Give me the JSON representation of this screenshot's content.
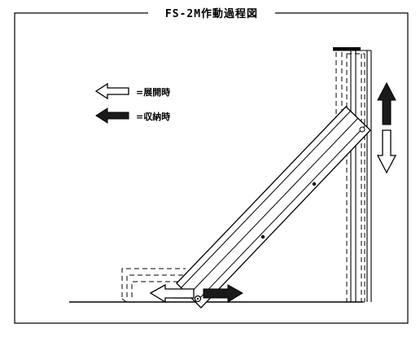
{
  "title": "FS-2M作動過程図",
  "legend": {
    "deploy_label": "=展開時",
    "stow_label": "=収納時"
  },
  "colors": {
    "line": "#000000",
    "background": "#ffffff",
    "stow_arrow": "#1a1a1a"
  },
  "icons": {
    "deploy_arrow": "hollow-left-arrow",
    "stow_arrow": "filled-left-arrow"
  }
}
